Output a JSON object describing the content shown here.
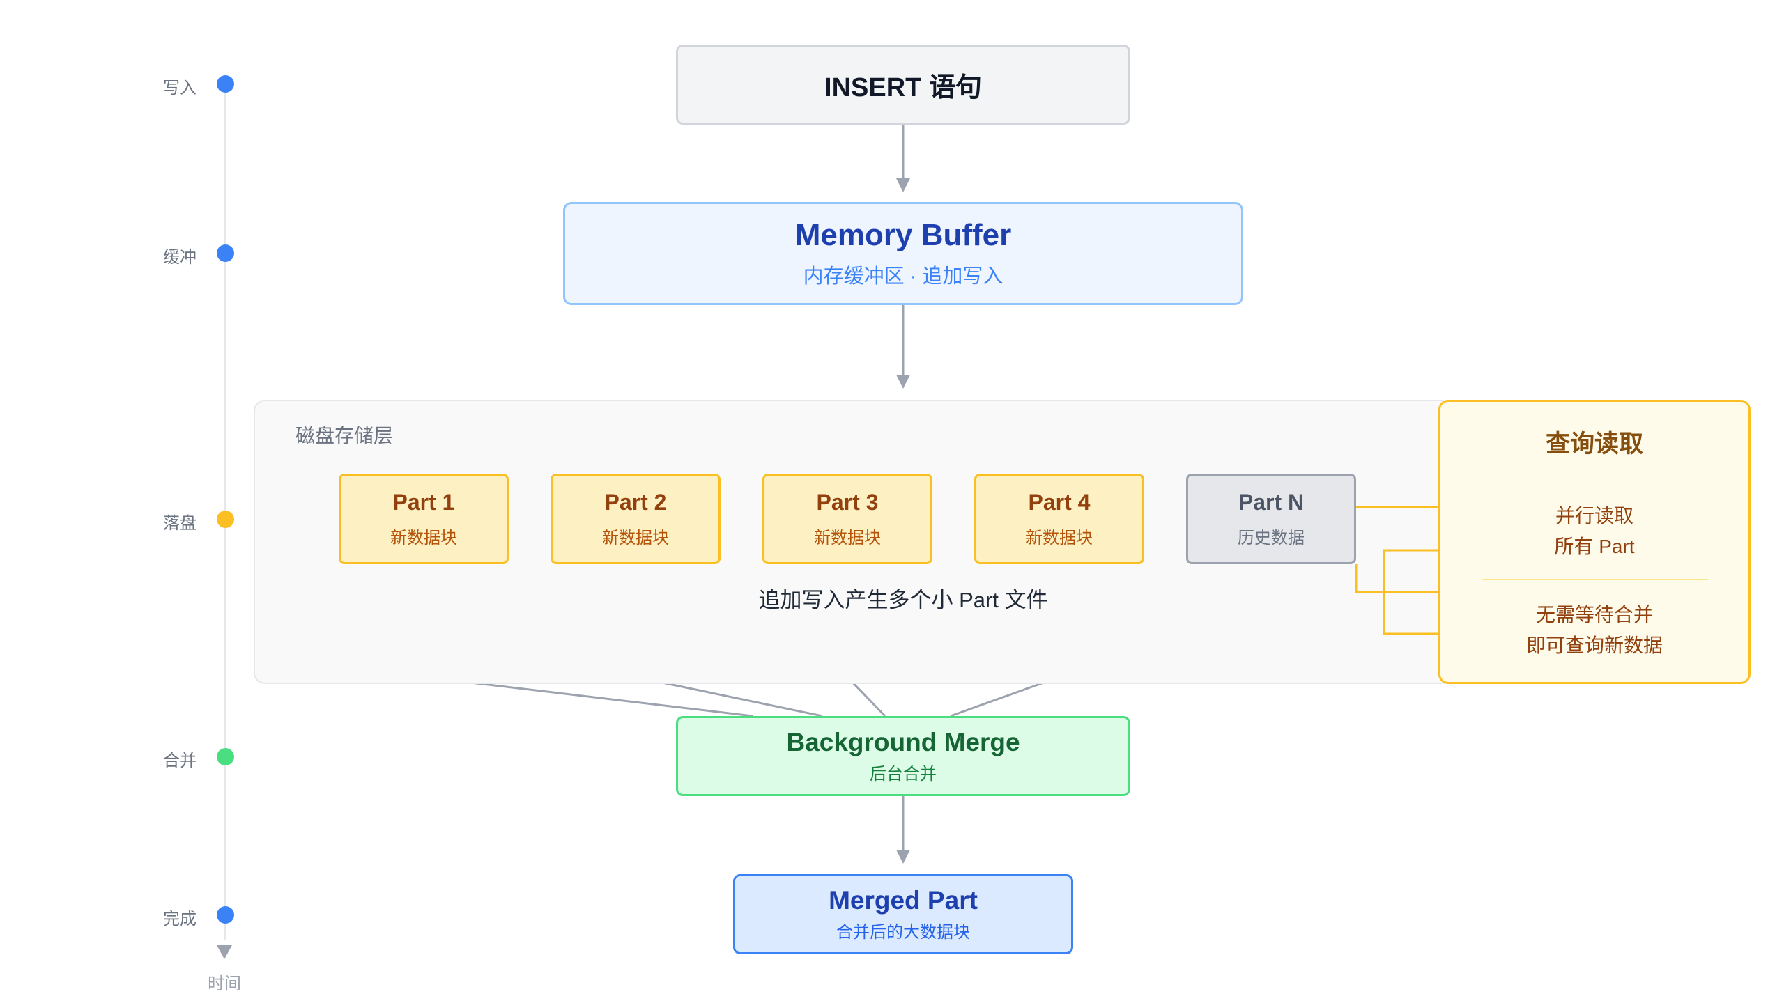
{
  "timeline": {
    "stages": [
      {
        "label": "写入",
        "color": "#3b82f6"
      },
      {
        "label": "缓冲",
        "color": "#3b82f6"
      },
      {
        "label": "落盘",
        "color": "#fbbf24"
      },
      {
        "label": "合并",
        "color": "#4ade80"
      },
      {
        "label": "完成",
        "color": "#3b82f6"
      }
    ],
    "axis_label": "时间"
  },
  "insert": {
    "title": "INSERT 语句"
  },
  "memory_buffer": {
    "title": "Memory Buffer",
    "subtitle": "内存缓冲区 · 追加写入"
  },
  "disk": {
    "label": "磁盘存储层",
    "parts": [
      {
        "title": "Part 1",
        "subtitle": "新数据块"
      },
      {
        "title": "Part 2",
        "subtitle": "新数据块"
      },
      {
        "title": "Part 3",
        "subtitle": "新数据块"
      },
      {
        "title": "Part 4",
        "subtitle": "新数据块"
      },
      {
        "title": "Part N",
        "subtitle": "历史数据"
      }
    ],
    "caption": "追加写入产生多个小 Part 文件"
  },
  "query": {
    "title": "查询读取",
    "line1": "并行读取",
    "line2": "所有 Part",
    "line3": "无需等待合并",
    "line4": "即可查询新数据"
  },
  "merge": {
    "title": "Background Merge",
    "subtitle": "后台合并"
  },
  "merged": {
    "title": "Merged Part",
    "subtitle": "合并后的大数据块"
  },
  "colors": {
    "arrow": "#9ca3af",
    "query_line": "#fbbf24"
  }
}
